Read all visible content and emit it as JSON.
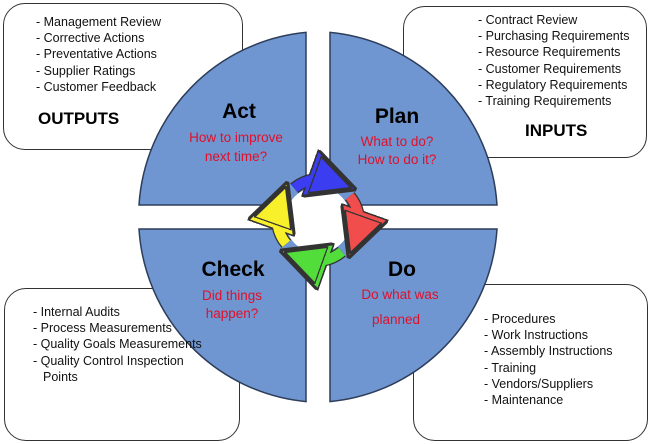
{
  "outputs": {
    "label": "OUTPUTS",
    "items": [
      "- Management Review",
      "- Corrective Actions",
      "- Preventative Actions",
      "- Supplier Ratings",
      "- Customer Feedback"
    ]
  },
  "inputs": {
    "label": "INPUTS",
    "items": [
      "- Contract Review",
      "- Purchasing Requirements",
      "- Resource Requirements",
      "- Customer Requirements",
      "- Regulatory Requirements",
      "- Training Requirements"
    ]
  },
  "check_box": {
    "items": [
      "- Internal Audits",
      "- Process Measurements",
      "- Quality Goals Measurements",
      "- Quality Control Inspection Points"
    ]
  },
  "do_box": {
    "items": [
      "- Procedures",
      "- Work Instructions",
      "- Assembly Instructions",
      "- Training",
      "- Vendors/Suppliers",
      "- Maintenance"
    ]
  },
  "quadrants": {
    "act": {
      "title": "Act",
      "lines": [
        "How to improve",
        "next time?"
      ]
    },
    "plan": {
      "title": "Plan",
      "lines": [
        "What to do?",
        "How to do it?"
      ]
    },
    "check": {
      "title": "Check",
      "lines": [
        "Did things",
        "happen?"
      ]
    },
    "do": {
      "title": "Do",
      "lines": [
        "Do what was",
        "planned"
      ]
    }
  },
  "colors": {
    "quadrant_fill": "#6f96d0",
    "quadrant_stroke": "#2d3d5a",
    "subtitle_text": "#e0102a",
    "cycle_arrows": [
      "#3b3df0",
      "#f24d4d",
      "#52dd3a",
      "#f7f02a"
    ]
  }
}
